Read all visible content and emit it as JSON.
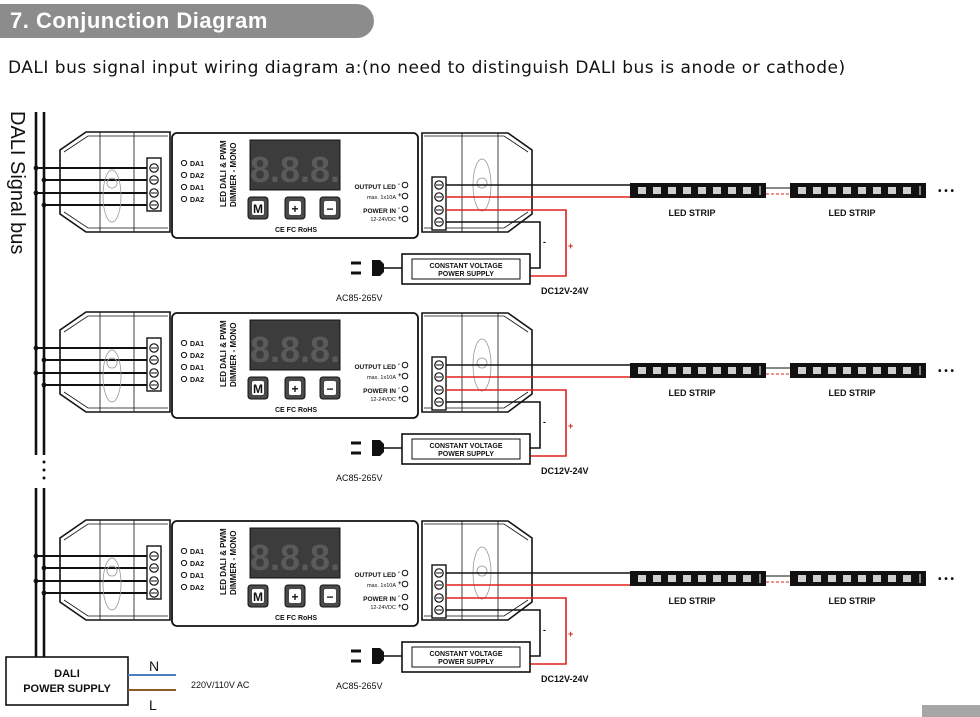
{
  "header": {
    "section_title": "7. Conjunction Diagram",
    "subtitle": "DALI bus signal input wiring diagram a:(no need to distinguish DALI bus is anode or cathode)"
  },
  "bus": {
    "label": "DALI Signal bus"
  },
  "dimmer": {
    "display": "8.8.8.",
    "model_line1": "LED DALI & PWM",
    "model_line2": "DIMMER - MONO",
    "buttons": [
      "M",
      "+",
      "−"
    ],
    "certifications": "CE FC RoHS",
    "terminals_in": [
      "DA1",
      "DA2",
      "DA1",
      "DA2"
    ],
    "output_led_label": "OUTPUT LED",
    "output_rating": "max. 1x10A",
    "power_in_label": "POWER IN",
    "power_rating": "12-24VDC"
  },
  "units": [
    {
      "id": "unit-1",
      "psu_label_1": "CONSTANT VOLTAGE",
      "psu_label_2": "POWER SUPPLY",
      "ac_label": "AC85-265V",
      "dc_label": "DC12V-24V",
      "strip_label": "LED STRIP"
    },
    {
      "id": "unit-2",
      "psu_label_1": "CONSTANT VOLTAGE",
      "psu_label_2": "POWER SUPPLY",
      "ac_label": "AC85-265V",
      "dc_label": "DC12V-24V",
      "strip_label": "LED STRIP"
    },
    {
      "id": "unit-3",
      "psu_label_1": "CONSTANT VOLTAGE",
      "psu_label_2": "POWER SUPPLY",
      "ac_label": "AC85-265V",
      "dc_label": "DC12V-24V",
      "strip_label": "LED STRIP"
    }
  ],
  "dali_psu": {
    "line1": "DALI",
    "line2": "POWER SUPPLY",
    "neutral": "N",
    "line": "L",
    "mains": "220V/110V AC"
  },
  "polarity": {
    "minus": "-",
    "plus": "+"
  },
  "continuation": "• • •",
  "colors": {
    "header_bg": "#8c8c8c",
    "red_wire": "#e0201c",
    "black_wire": "#111111",
    "blue_wire": "#4a7fc0",
    "brown_wire": "#8a5a2b",
    "led_segment": "#cfcfcf"
  }
}
